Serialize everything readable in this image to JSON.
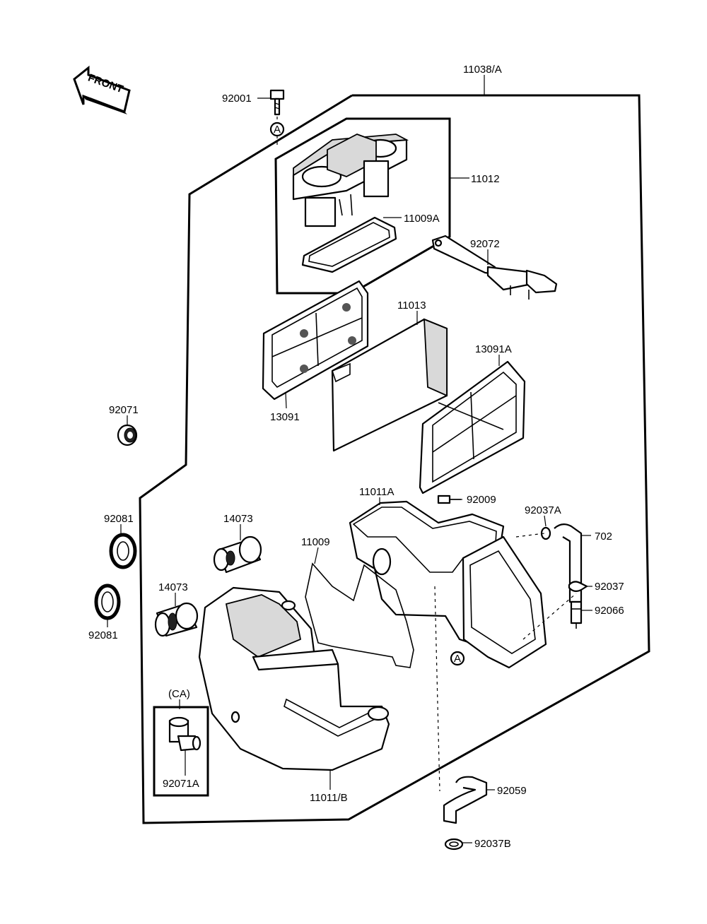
{
  "front_arrow": {
    "label": "FRONT"
  },
  "labels": {
    "l_11038A": "11038/A",
    "l_92001": "92001",
    "l_circleA_top": "A",
    "l_11012": "11012",
    "l_11009A": "11009A",
    "l_92072": "92072",
    "l_11013": "11013",
    "l_13091": "13091",
    "l_13091A": "13091A",
    "l_92071": "92071",
    "l_11011A": "11011A",
    "l_92009": "92009",
    "l_92037A": "92037A",
    "l_702": "702",
    "l_92081_top": "92081",
    "l_14073_top": "14073",
    "l_11009": "11009",
    "l_92037": "92037",
    "l_14073_left": "14073",
    "l_92066": "92066",
    "l_92081_bottom": "92081",
    "l_circleA_bottom": "A",
    "l_CA": "(CA)",
    "l_92071A": "92071A",
    "l_11011B": "11011/B",
    "l_92059": "92059",
    "l_92037B": "92037B"
  }
}
